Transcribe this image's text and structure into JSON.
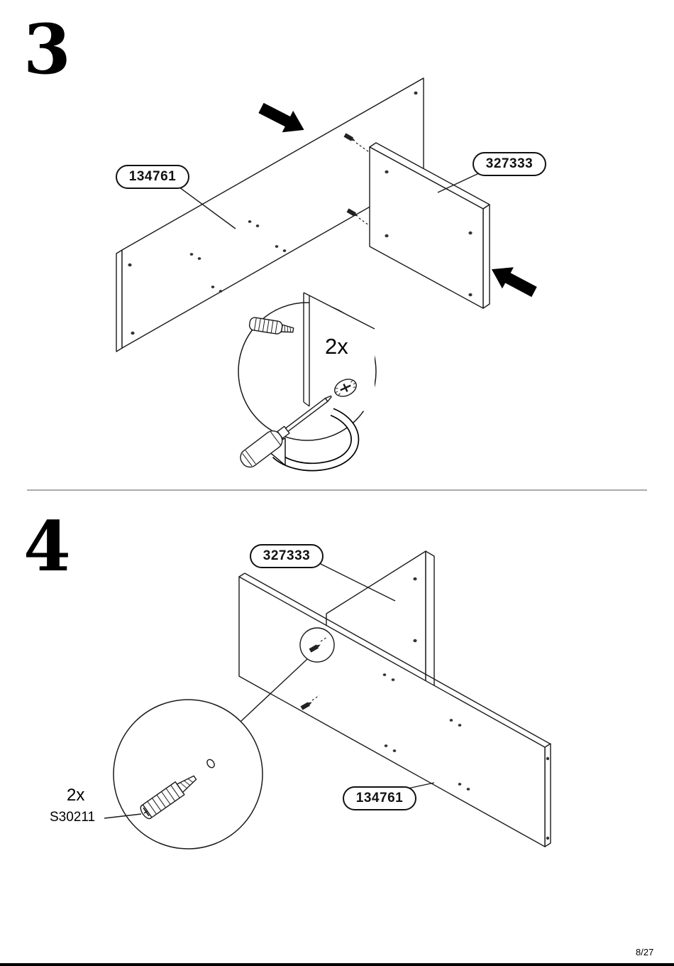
{
  "page": {
    "number": "8/27"
  },
  "step3": {
    "number": "3",
    "label_long_panel": "134761",
    "label_small_panel": "327333",
    "quantity": "2x"
  },
  "step4": {
    "number": "4",
    "label_small_panel": "327333",
    "label_long_panel": "134761",
    "quantity": "2x",
    "screw_code": "S30211"
  }
}
